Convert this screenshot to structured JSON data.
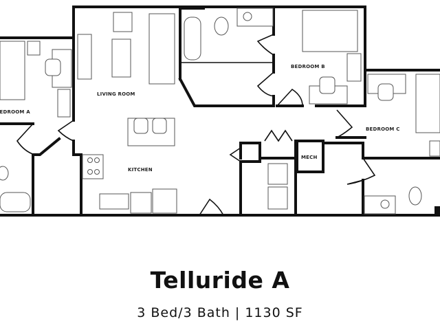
{
  "plan": {
    "rooms": {
      "living_room": "LIVING ROOM",
      "bedroom_a": "BEDROOM A",
      "bedroom_b": "BEDROOM B",
      "bedroom_c": "BEDROOM C",
      "kitchen": "KITCHEN",
      "mech": "MECH"
    }
  },
  "unit": {
    "name": "Telluride A",
    "details": "3 Bed/3 Bath | 1130 SF"
  }
}
